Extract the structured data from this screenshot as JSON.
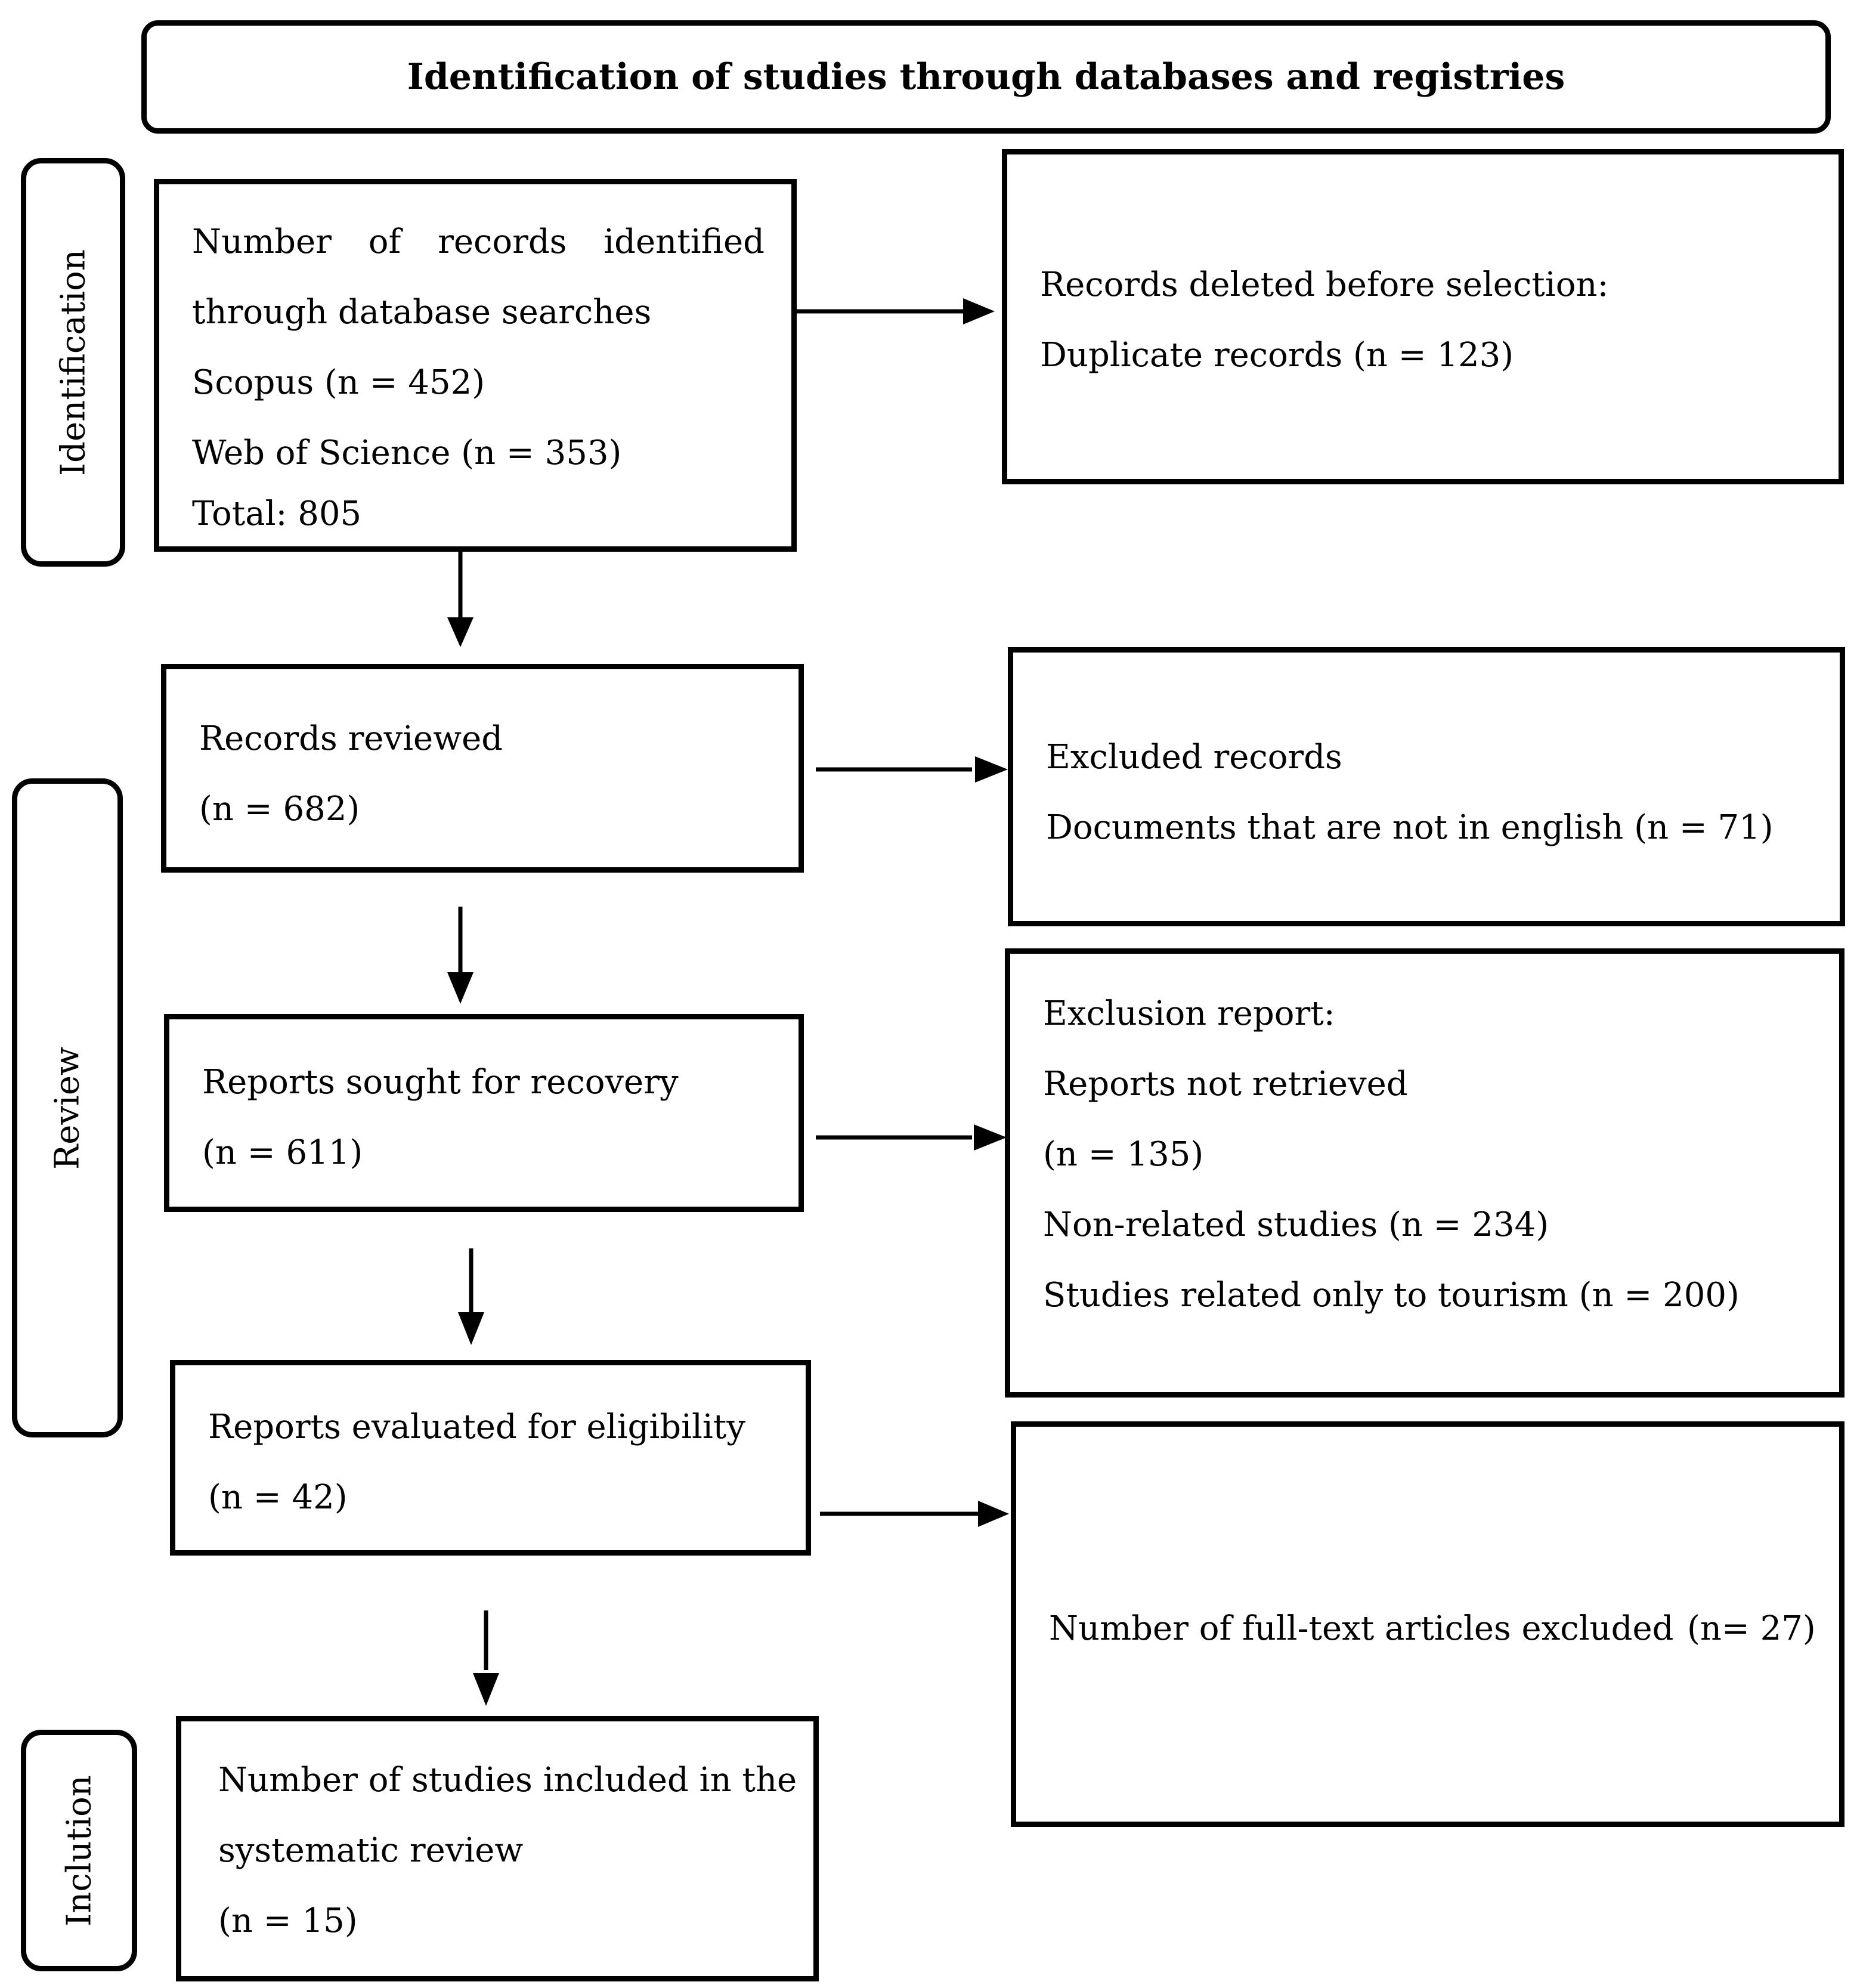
{
  "header": {
    "title": "Identification of studies through databases and registries"
  },
  "phases": {
    "identification": "Identification",
    "review": "Review",
    "inclusion": "Inclution"
  },
  "boxes": {
    "identified": {
      "line1": [
        "Number",
        "of",
        "records",
        "identified"
      ],
      "line2": "through database searches",
      "line3": "Scopus (n = 452)",
      "line4": "Web of Science (n = 353)",
      "line5": "Total: 805"
    },
    "deleted": {
      "line1": "Records deleted before selection:",
      "line2": "Duplicate records (n = 123)"
    },
    "reviewed": {
      "line1": "Records reviewed",
      "line2": "(n = 682)"
    },
    "excluded": {
      "line1": "Excluded records",
      "line2": "Documents that are not in english (n = 71)"
    },
    "sought": {
      "line1": "Reports sought for recovery",
      "line2": "(n = 611)"
    },
    "exclusion_report": {
      "line1": "Exclusion report:",
      "line2": "Reports not retrieved",
      "line3": "(n = 135)",
      "line4": "Non-related studies (n = 234)",
      "line5": "Studies related only to tourism (n = 200)"
    },
    "evaluated": {
      "line1": "Reports evaluated for eligibility",
      "line2": "(n = 42)"
    },
    "fulltext_excluded": {
      "label": "Number of full-text articles excluded",
      "count": "(n= 27)"
    },
    "included": {
      "line1": "Number of studies included in the",
      "line2": "systematic review",
      "line3": "(n = 15)"
    }
  }
}
